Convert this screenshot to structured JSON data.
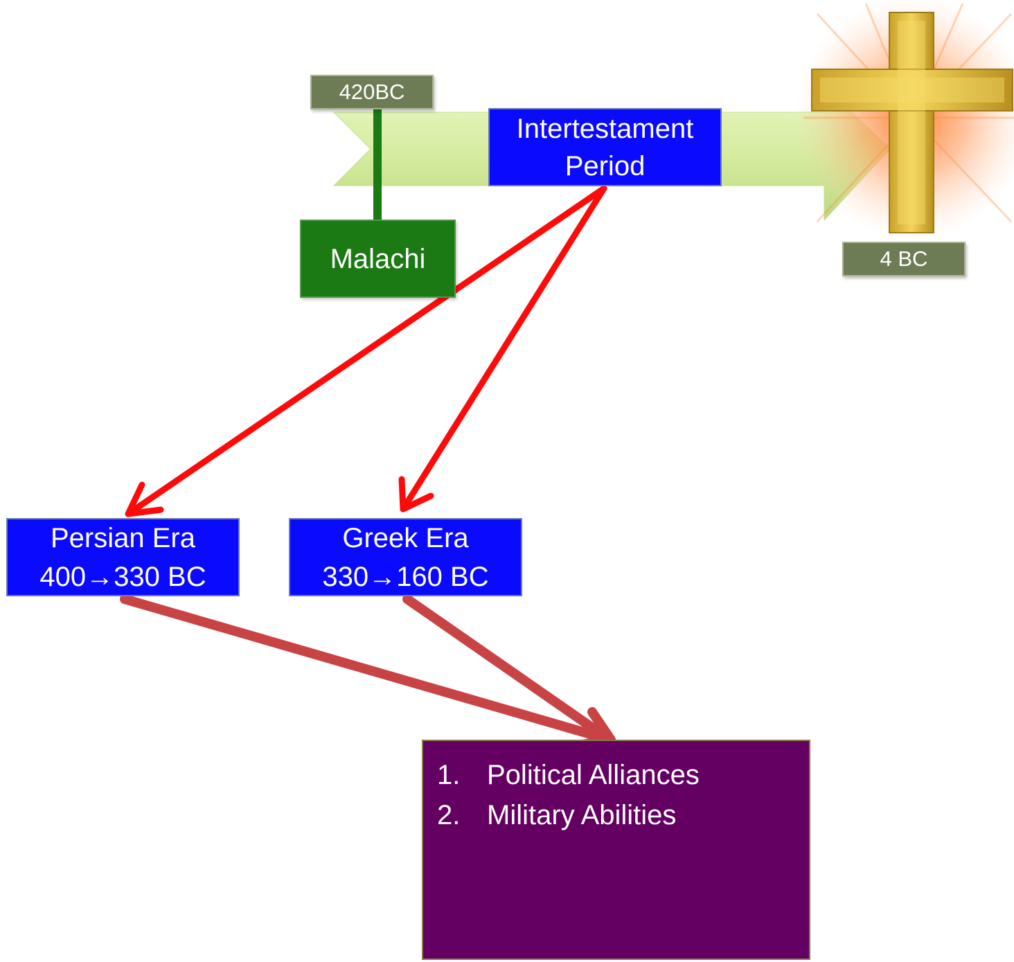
{
  "timeline": {
    "start_label": "420BC",
    "end_label": "4 BC",
    "period_title_line1": "Intertestament",
    "period_title_line2": "Period",
    "prophet": "Malachi"
  },
  "eras": [
    {
      "name": "Persian Era",
      "range_start": "400",
      "range_end": "330 BC"
    },
    {
      "name": "Greek Era",
      "range_start": "330",
      "range_end": "160 BC"
    }
  ],
  "arrow_glyph": "→",
  "results": {
    "items": [
      {
        "num": "1.",
        "text": "Political Alliances"
      },
      {
        "num": "2.",
        "text": "Military Abilities"
      }
    ]
  },
  "colors": {
    "timeline_arrow": "#d6eca0",
    "era_box": "#0a0aff",
    "label_box": "#6e7c55",
    "prophet_box": "#1b7a14",
    "result_box": "#650063",
    "arrow_bright": "#ff0a0a",
    "arrow_muted": "#c84444",
    "cross": "#d9b43a"
  },
  "icons": {
    "cross": "glowing-cross-icon"
  }
}
